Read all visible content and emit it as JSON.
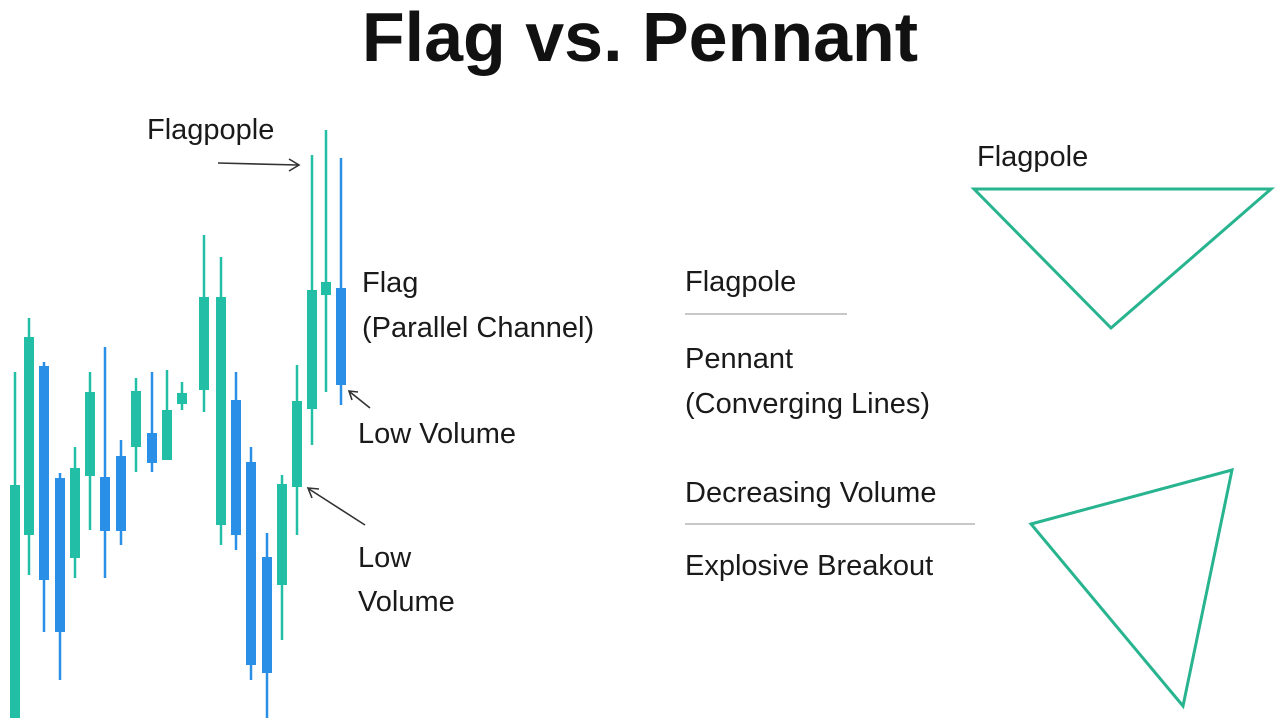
{
  "title": "Flag vs. Pennant",
  "left_labels": {
    "flagpople": "Flagpople",
    "flag": "Flag",
    "parallel_channel": "(Parallel Channel)",
    "low_volume_top": "Low Volume",
    "low_volume_line1": "Low",
    "low_volume_line2": "Volume"
  },
  "middle_labels": {
    "flagpole": "Flagpole",
    "pennant": "Pennant",
    "converging_lines": "(Converging Lines)",
    "decreasing_volume": "Decreasing Volume",
    "explosive_breakout": "Explosive Breakout"
  },
  "right_labels": {
    "flagpole": "Flagpole"
  },
  "colors": {
    "teal": "#22bfa6",
    "blue": "#2a8fe6",
    "outline": "#27b48f",
    "text": "#1a1a1a",
    "rule": "#c8c8c8"
  }
}
